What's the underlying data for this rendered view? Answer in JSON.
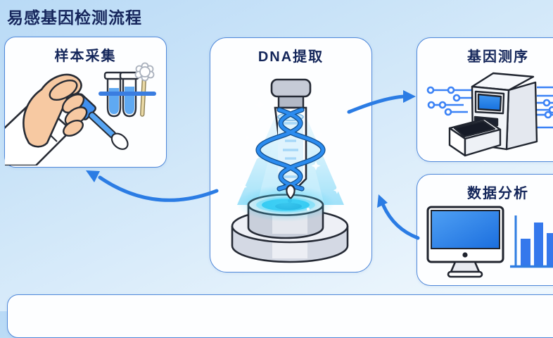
{
  "title": "易感基因检测流程",
  "steps": [
    {
      "id": "sample-collection",
      "label": "样本采集"
    },
    {
      "id": "dna-extraction",
      "label": "DNA提取"
    },
    {
      "id": "gene-sequencing",
      "label": "基因测序"
    },
    {
      "id": "data-analysis",
      "label": "数据分析"
    }
  ],
  "arrows": [
    {
      "from": "dna-extraction",
      "to": "gene-sequencing"
    },
    {
      "from": "data-analysis",
      "to": "dna-extraction"
    },
    {
      "from": "dna-extraction",
      "to": "sample-collection"
    }
  ],
  "icons": {
    "sample-collection": [
      "hand-with-swab-icon",
      "test-tubes-icon",
      "cotton-swab-icon"
    ],
    "dna-extraction": [
      "dna-tube-icon",
      "glow-platform-icon",
      "light-beam",
      "sparkle-icon"
    ],
    "gene-sequencing": [
      "sequencer-machine-icon",
      "circuit-lines-icon"
    ],
    "data-analysis": [
      "monitor-icon",
      "bar-chart-icon"
    ]
  },
  "colors": {
    "arrow_blue": "#2b7ce4",
    "panel_border": "#4e87d9",
    "title_navy": "#16265c",
    "screen_blue": "#2f86e8",
    "bar_blue": "#3578ec",
    "glow_cyan": "#2ec8f2",
    "helix_blue": "#2b8cf0",
    "background_blue": "#c9e3f8"
  }
}
